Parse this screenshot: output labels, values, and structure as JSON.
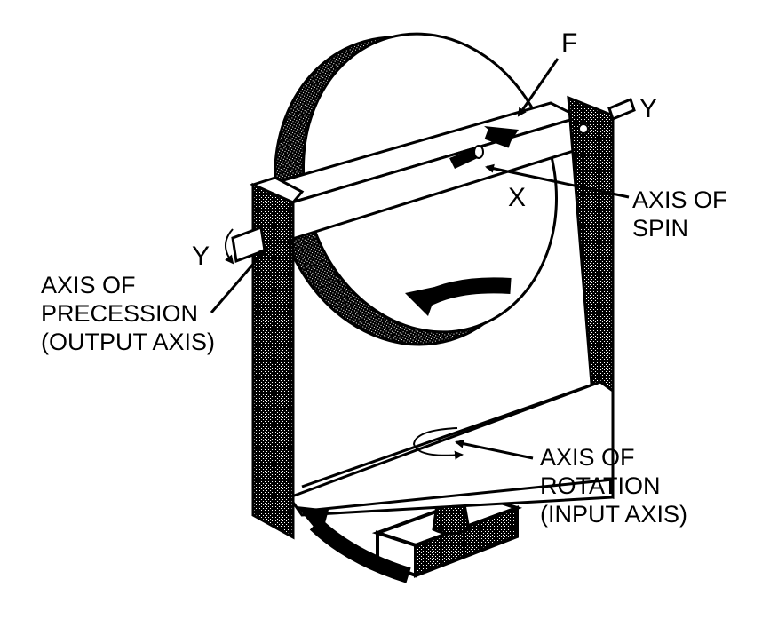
{
  "labels": {
    "force": "F",
    "axis_y_right": "Y",
    "axis_y_left": "Y",
    "axis_x": "X",
    "spin": [
      "AXIS OF",
      "SPIN"
    ],
    "precession": [
      "AXIS OF",
      "PRECESSION",
      "(OUTPUT AXIS)"
    ],
    "rotation": [
      "AXIS OF",
      "ROTATION",
      "(INPUT AXIS)"
    ]
  },
  "colors": {
    "ink": "#000000",
    "paper": "#ffffff"
  }
}
